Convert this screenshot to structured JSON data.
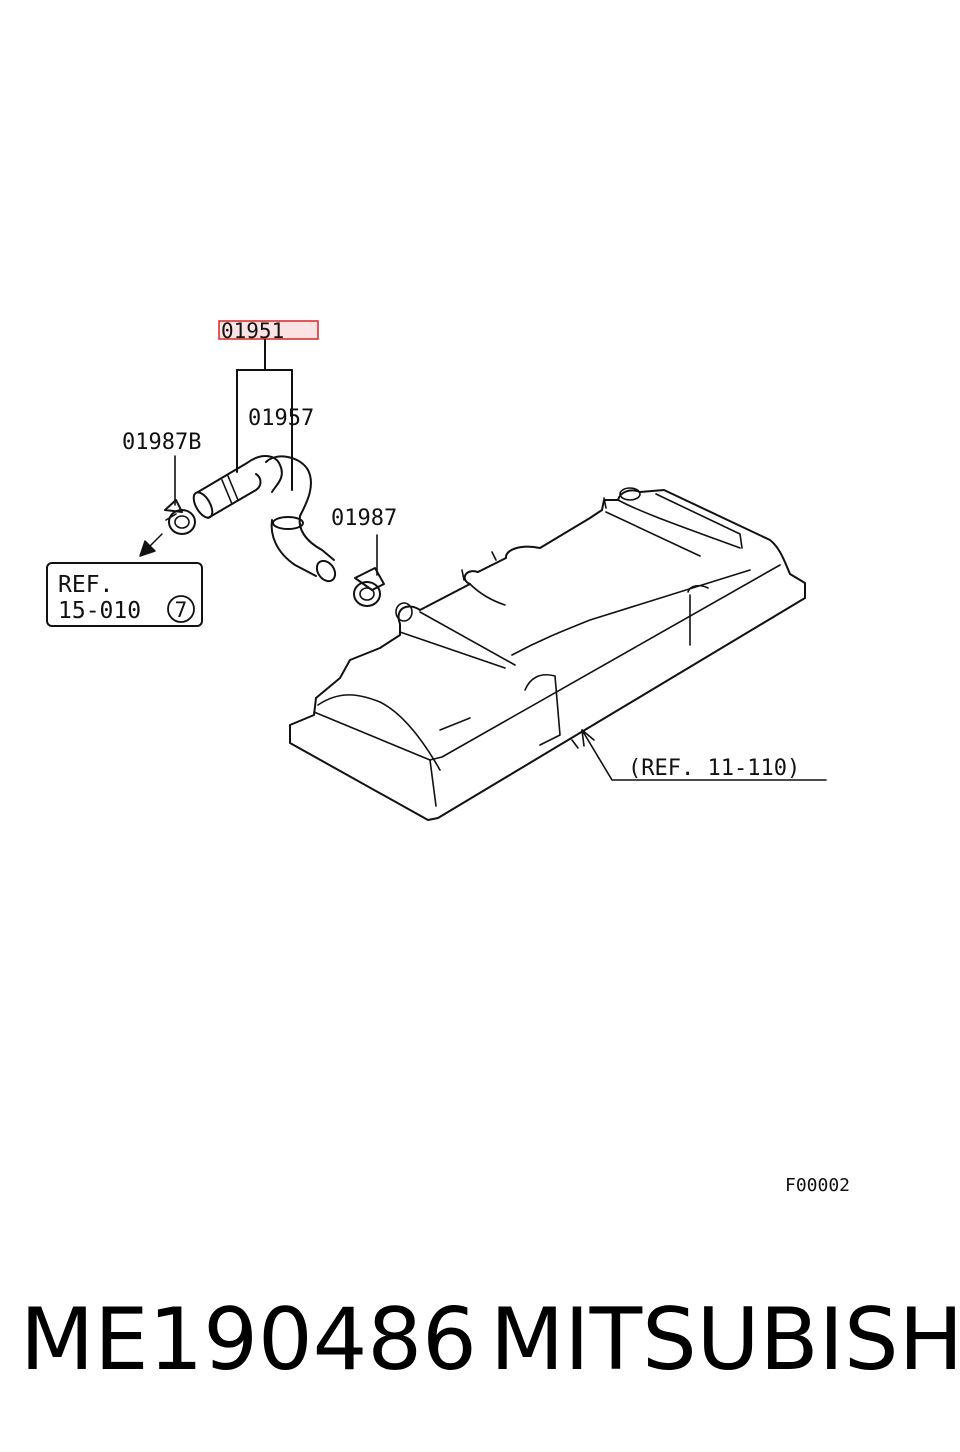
{
  "callouts": {
    "highlighted_part": "01951",
    "hose": "01957",
    "clamp_left": "01987B",
    "clamp_right": "01987",
    "ref_box_line1": "REF.",
    "ref_box_line2": "15-010",
    "ref_box_circled": "7",
    "cover_ref": "(REF. 11-110)",
    "figure_code": "F00002"
  },
  "footer": {
    "part_number": "ME190486",
    "brand": "MITSUBISHI"
  },
  "colors": {
    "highlight": "#e03030",
    "line": "#111111"
  }
}
